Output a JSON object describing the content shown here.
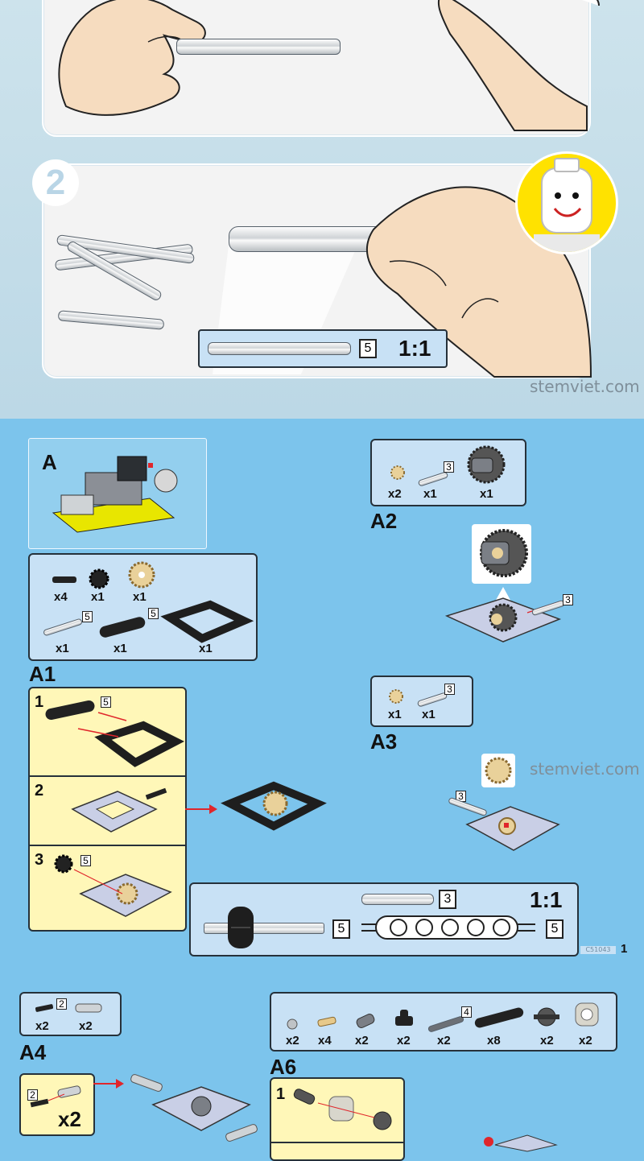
{
  "top": {
    "step2_number": "2",
    "scale_box": {
      "count": "5",
      "scale": "1:1"
    },
    "watermark": "stemviet.com"
  },
  "model_box": {
    "letter": "A"
  },
  "a1_parts": {
    "row1": [
      {
        "count": "x4"
      },
      {
        "count": "x1"
      },
      {
        "count": "x1"
      }
    ],
    "row2": [
      {
        "count": "x1",
        "len": "5"
      },
      {
        "count": "x1",
        "len": "5"
      },
      {
        "count": "x1"
      }
    ]
  },
  "a1": {
    "label": "A1",
    "steps": [
      {
        "n": "1",
        "len": "5"
      },
      {
        "n": "2"
      },
      {
        "n": "3",
        "len": "5"
      }
    ]
  },
  "a2": {
    "label": "A2",
    "parts": [
      {
        "count": "x2"
      },
      {
        "count": "x1",
        "len": "3"
      },
      {
        "count": "x1"
      }
    ],
    "callout_len": "3"
  },
  "a3": {
    "label": "A3",
    "parts": [
      {
        "count": "x1"
      },
      {
        "count": "x1",
        "len": "3"
      }
    ],
    "callout_len": "3"
  },
  "watermark2": "stemviet.com",
  "scale_panel": {
    "scale": "1:1",
    "rod3_len": "3",
    "axle_len": "5",
    "beam_len": "5"
  },
  "page_footer": {
    "code": "C51043",
    "page": "1"
  },
  "a4": {
    "label": "A4",
    "parts": [
      {
        "count": "x2",
        "len": "2"
      },
      {
        "count": "x2"
      }
    ],
    "sub_len": "2",
    "sub_mult": "x2"
  },
  "a6": {
    "label": "A6",
    "parts": [
      {
        "count": "x2"
      },
      {
        "count": "x4"
      },
      {
        "count": "x2"
      },
      {
        "count": "x2"
      },
      {
        "count": "x2",
        "len": "4"
      },
      {
        "count": "x8"
      },
      {
        "count": "x2"
      },
      {
        "count": "x2"
      }
    ],
    "step1": "1"
  },
  "colors": {
    "panel_blue": "#c8e1f5",
    "yellow": "#fff7b8",
    "page_bg": "#7cc4ec",
    "arrow": "#e0262b"
  }
}
